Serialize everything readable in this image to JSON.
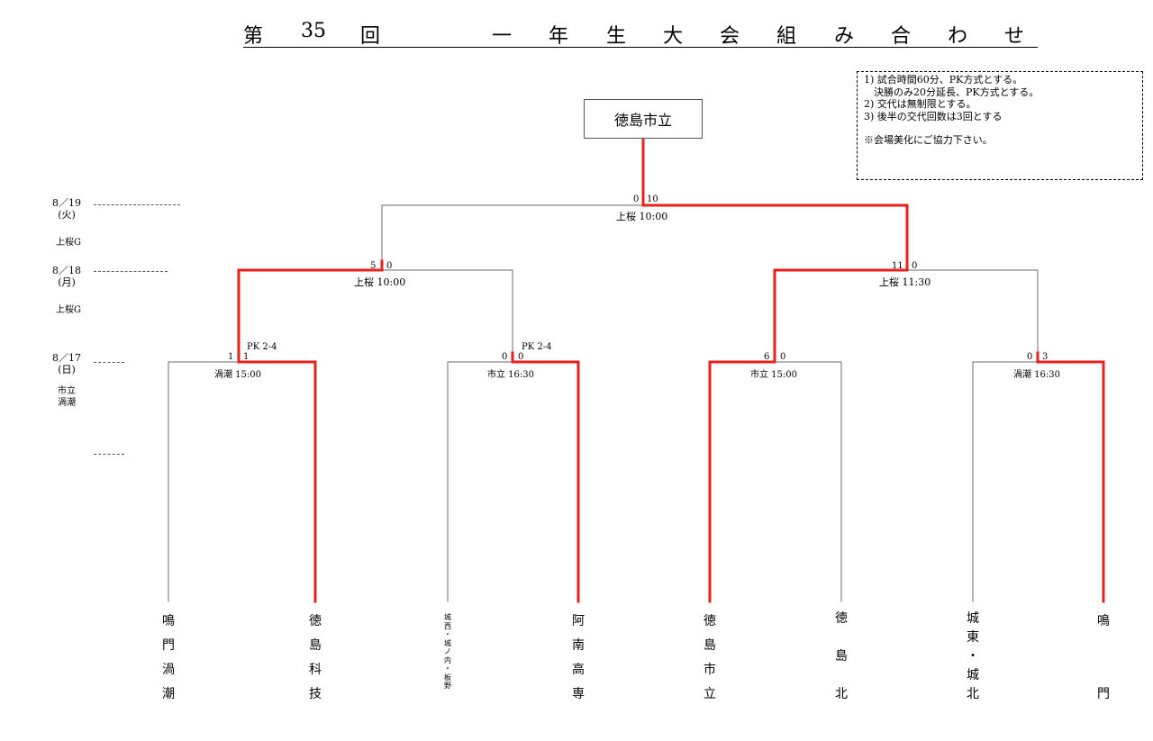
{
  "title": {
    "dai": "第",
    "num": "35",
    "kai": "回",
    "rest": [
      "一",
      "年",
      "生",
      "大",
      "会",
      "組",
      "み",
      "合",
      "わ",
      "せ"
    ]
  },
  "rules": [
    "1) 試合時間60分、PK方式とする。",
    "　決勝のみ20分延長、PK方式とする。",
    "2) 交代は無制限とする。",
    "3) 後半の交代回数は3回とする",
    "",
    "※会場美化にご協力下さい。"
  ],
  "champion": "徳島市立",
  "dates": [
    {
      "date": "8／19",
      "dow": "(火)",
      "venue": "上桜G"
    },
    {
      "date": "8／18",
      "dow": "(月)",
      "venue": "上桜G"
    },
    {
      "date": "8／17",
      "dow": "(日)",
      "venue": "市立\n渦潮"
    }
  ],
  "matches": {
    "final": {
      "left": "0",
      "right": "10",
      "venue": "上桜 10:00"
    },
    "sf1": {
      "left": "5",
      "right": "0",
      "venue": "上桜 10:00"
    },
    "sf2": {
      "left": "11",
      "right": "0",
      "venue": "上桜 11:30"
    },
    "qf1": {
      "left": "1",
      "right": "1",
      "venue": "渦潮 15:00",
      "pk": "PK 2-4"
    },
    "qf2": {
      "left": "0",
      "right": "0",
      "venue": "市立 16:30",
      "pk": "PK 2-4"
    },
    "qf3": {
      "left": "6",
      "right": "0",
      "venue": "市立 15:00"
    },
    "qf4": {
      "left": "0",
      "right": "3",
      "venue": "渦潮 16:30"
    }
  },
  "teams": [
    {
      "name": "鳴\n門\n渦\n潮"
    },
    {
      "name": "徳\n島\n科\n技"
    },
    {
      "name": "城\n西\n・\n城\nノ\n内\n・\n板\n野"
    },
    {
      "name": "阿\n南\n高\n専"
    },
    {
      "name": "徳\n島\n市\n立"
    },
    {
      "name": "徳\n\n島\n\n北"
    },
    {
      "name": "城\n東\n・\n城\n北"
    },
    {
      "name": "鳴\n\n\n門"
    }
  ],
  "colors": {
    "winner": "#e8211b",
    "loser": "#6b6b6b"
  }
}
